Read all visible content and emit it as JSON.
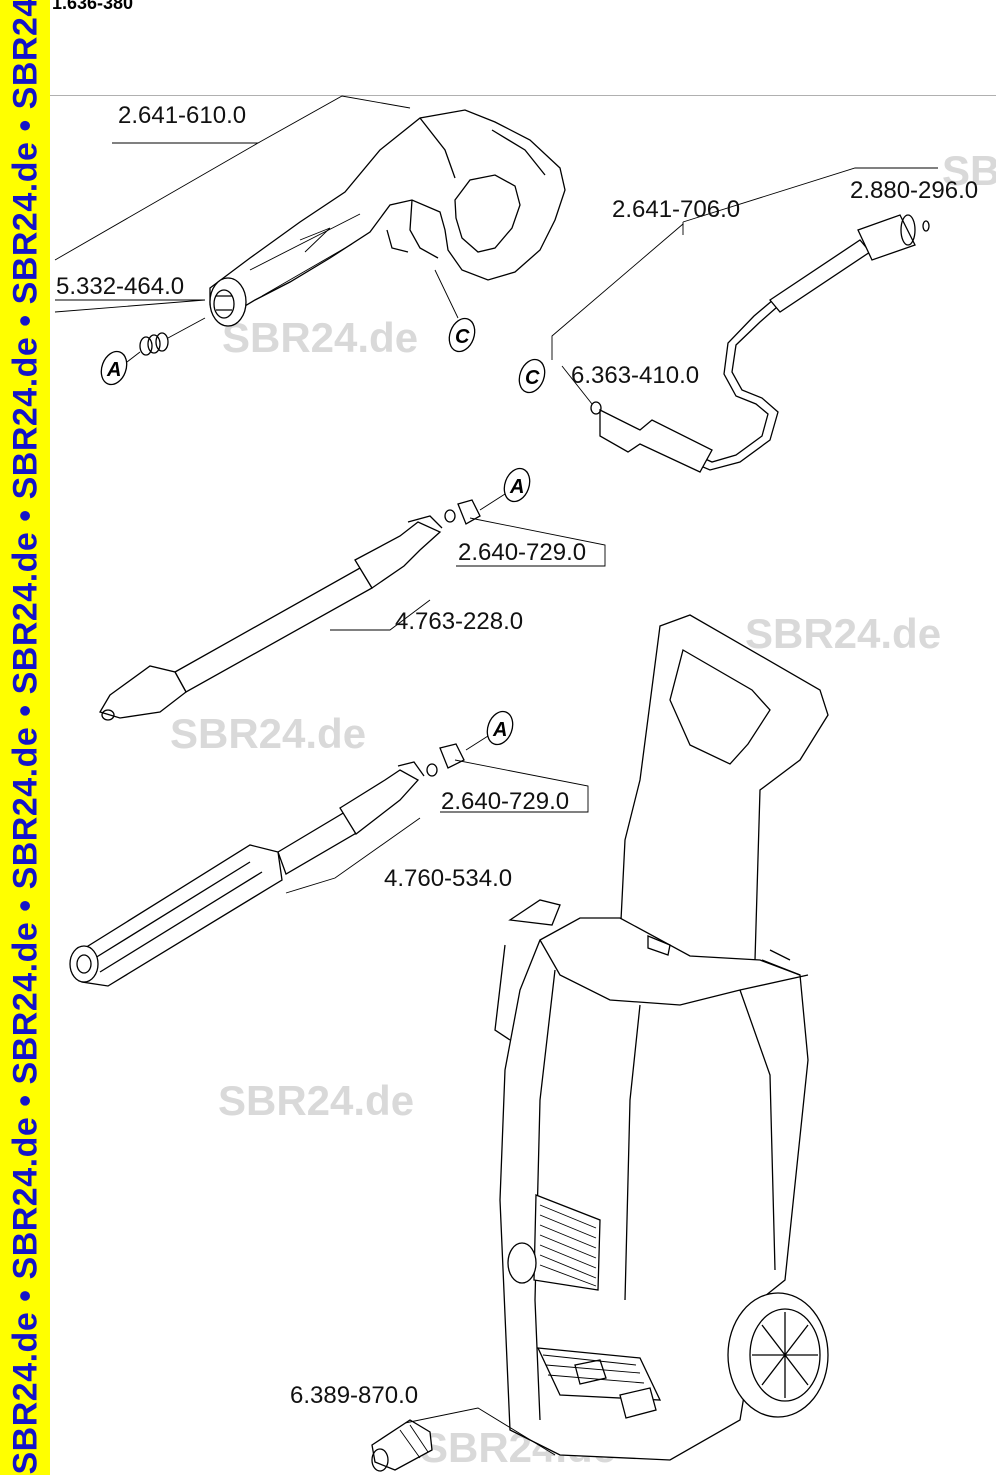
{
  "document": {
    "number": "1.636-380"
  },
  "side_banner": {
    "text": "SBR24.de • SBR24.de • SBR24.de • SBR24.de • SBR24.de • SBR24.de • SBR24.de • SBR24.de • SBR24"
  },
  "watermark": "SBR24.de",
  "callouts": {
    "gun": "2.641-610.0",
    "hose": "2.641-706.0",
    "hose_end_oring": "2.880-296.0",
    "gun_oring_set": "5.332-464.0",
    "hose_oring": "6.363-410.0",
    "lance1_oring": "2.640-729.0",
    "lance1": "4.763-228.0",
    "lance2_oring": "2.640-729.0",
    "lance2": "4.760-534.0",
    "inlet_coupling": "6.389-870.0"
  },
  "references": {
    "a": "A",
    "c": "C"
  },
  "colors": {
    "banner": "#ffff00",
    "banner_text": "#1414c8",
    "watermark": "#d9d9d9"
  }
}
